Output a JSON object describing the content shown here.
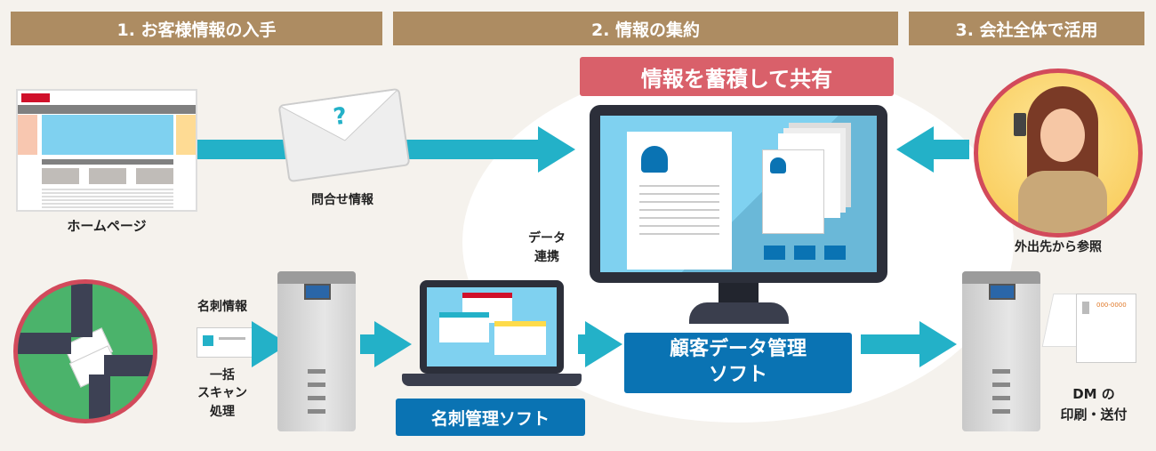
{
  "headers": [
    "1. お客様情報の入手",
    "2. 情報の集約",
    "3. 会社全体で活用"
  ],
  "share_label": "情報を蓄積して共有",
  "homepage_label": "ホームページ",
  "inquiry_label": "問合せ情報",
  "envelope_mark": "?",
  "data_link": [
    "データ",
    "連携"
  ],
  "remote_label": "外出先から参照",
  "card_info_label": "名刺情報",
  "scan_label": [
    "一括",
    "スキャン",
    "処理"
  ],
  "card_software": "名刺管理ソフト",
  "crm_software": [
    "顧客データ管理",
    "ソフト"
  ],
  "dm_label": [
    "DM の",
    "印刷・送付"
  ],
  "dm_postcode": "000-0000",
  "colors": {
    "header": "#ad8c62",
    "arrow": "#23b1c8",
    "box": "#0a73b3",
    "share": "#d9606a"
  }
}
